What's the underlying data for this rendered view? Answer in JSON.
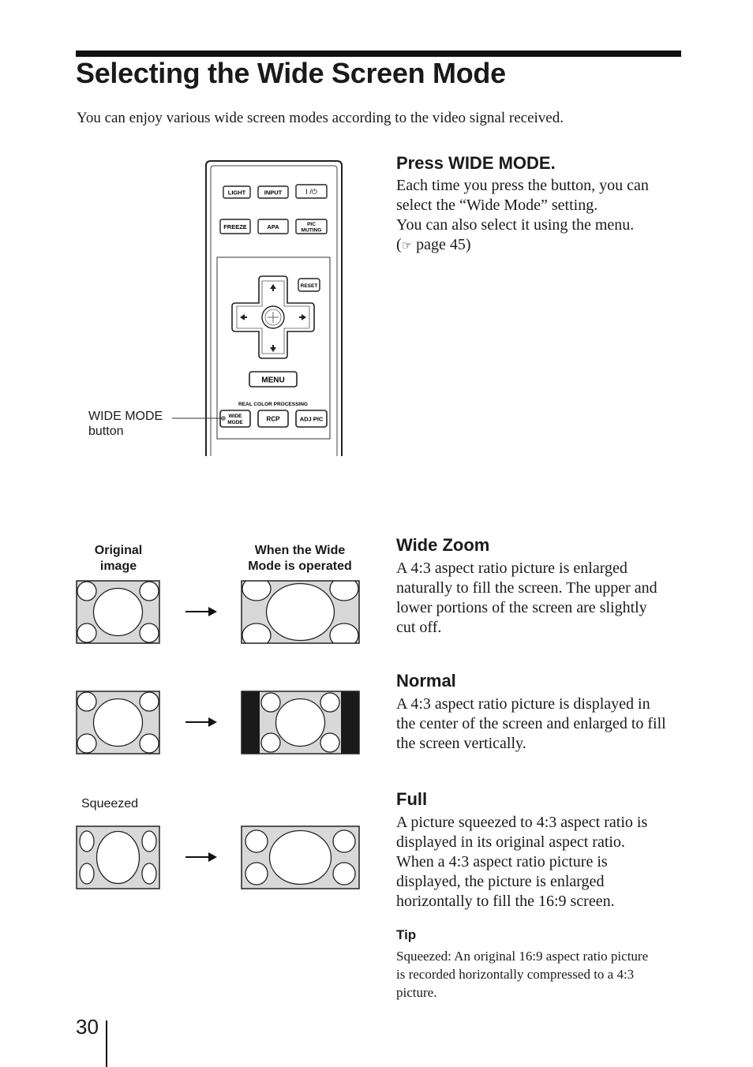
{
  "page": {
    "title": "Selecting the Wide Screen Mode",
    "intro": "You can enjoy various wide screen modes according to the video signal received.",
    "number": "30"
  },
  "step": {
    "heading": "Press WIDE MODE.",
    "lines": [
      "Each time you press the button, you can",
      "select the “Wide Mode” setting.",
      "You can also select it using the menu."
    ],
    "ref_open": "(",
    "ref_icon": "☞",
    "ref_text": " page 45)"
  },
  "remote": {
    "buttons": {
      "light": "LIGHT",
      "input": "INPUT",
      "power": "I /⏻",
      "freeze": "FREEZE",
      "apa": "APA",
      "pic_muting_1": "PIC",
      "pic_muting_2": "MUTING",
      "reset": "RESET",
      "menu": "MENU",
      "rcp_group": "REAL COLOR PROCESSING",
      "wide_mode_1": "WIDE",
      "wide_mode_2": "MODE",
      "rcp": "RCP",
      "adj_pic": "ADJ PIC"
    },
    "callout_line1": "WIDE MODE",
    "callout_line2": "button"
  },
  "diagram": {
    "original_head_1": "Original",
    "original_head_2": "image",
    "when_head_1": "When the Wide",
    "when_head_2": "Mode is operated",
    "squeezed": "Squeezed"
  },
  "modes": [
    {
      "heading": "Wide Zoom",
      "lines": [
        "A 4:3 aspect ratio picture is enlarged",
        "naturally to fill the screen. The upper and",
        "lower portions of the screen are slightly",
        "cut off."
      ]
    },
    {
      "heading": "Normal",
      "lines": [
        "A 4:3 aspect ratio picture is displayed in",
        "the center of the screen and enlarged to fill",
        "the screen vertically."
      ]
    },
    {
      "heading": "Full",
      "lines": [
        "A picture squeezed to 4:3 aspect ratio is",
        "displayed in its original aspect ratio.",
        "When a 4:3 aspect ratio picture is",
        "displayed, the picture is enlarged",
        "horizontally to fill the 16:9 screen."
      ]
    }
  ],
  "tip": {
    "heading": "Tip",
    "lines": [
      "Squeezed: An original 16:9 aspect ratio picture",
      "is recorded horizontally compressed to a 4:3",
      "picture."
    ]
  },
  "colors": {
    "frame_fill": "#d8d8d8",
    "black_bar": "#1a1a1a"
  }
}
